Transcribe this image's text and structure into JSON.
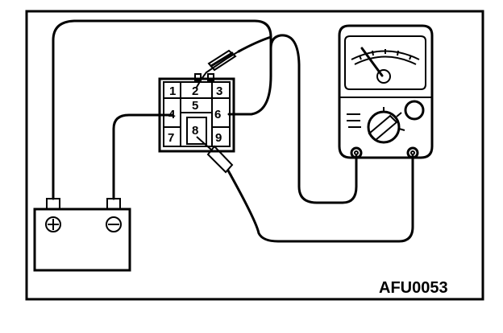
{
  "connector": {
    "pins": {
      "p1": "1",
      "p2": "2",
      "p3": "3",
      "p4": "4",
      "p5": "5",
      "p6": "6",
      "p7": "7",
      "p8": "8",
      "p9": "9"
    }
  },
  "battery": {
    "positive_symbol": "plus-terminal-icon",
    "negative_symbol": "minus-terminal-icon"
  },
  "figure_id": "AFU0053"
}
